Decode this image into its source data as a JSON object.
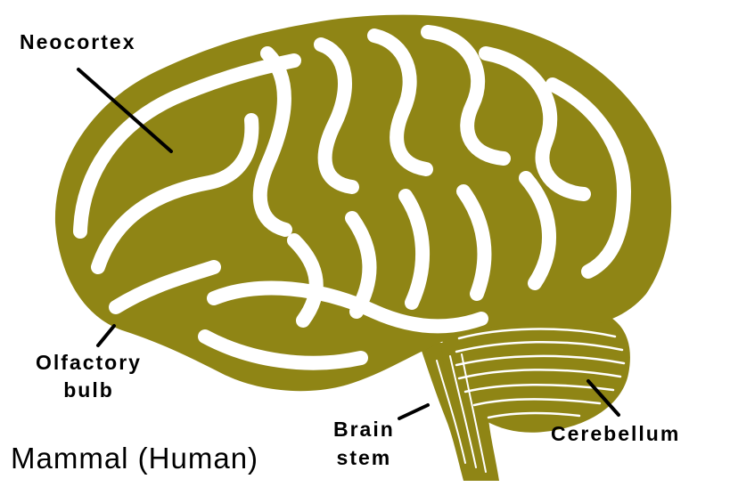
{
  "labels": {
    "neocortex": "Neocortex",
    "olfactory_line1": "Olfactory",
    "olfactory_line2": "bulb",
    "brainstem_line1": "Brain",
    "brainstem_line2": "stem",
    "cerebellum": "Cerebellum"
  },
  "caption": "Mammal (Human)",
  "colors": {
    "brain_fill": "#8f8515",
    "brain_highlight": "#ffffff",
    "label_text": "#000000",
    "leader_line": "#000000"
  }
}
